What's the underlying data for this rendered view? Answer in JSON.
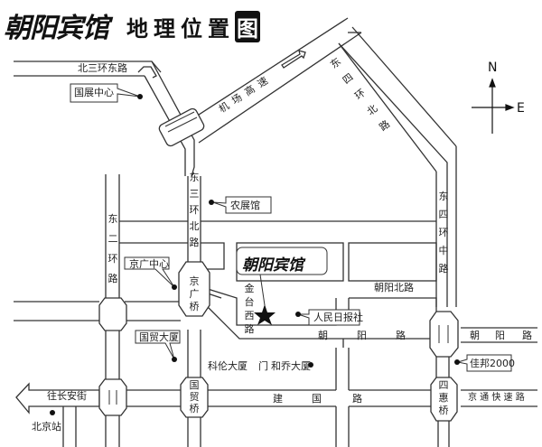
{
  "title": {
    "hotel_name": "朝阳宾馆",
    "suffix_chars": "地理位",
    "suffix_last": "置",
    "suffix_box": "图"
  },
  "compass": {
    "north": "N",
    "east": "E"
  },
  "roads": {
    "north_third_ring_east": "北三环东路",
    "airport_expressway": "机场高速",
    "east_fourth_ring_north": "东四环北路",
    "east_third_ring_north": "东三环北路",
    "east_second_ring": "东二环路",
    "east_fourth_ring_middle": "东四环中路",
    "jintai_west": "金台西路",
    "chaoyang_north": "朝阳北路",
    "chaoyang_1": "朝",
    "chaoyang_2": "阳",
    "chaoyang_3": "路",
    "chaoyang_east_1": "朝",
    "chaoyang_east_2": "阳",
    "chaoyang_east_3": "路",
    "jianguo_1": "建",
    "jianguo_2": "国",
    "jianguo_3": "路",
    "jingtong_expressway": "京 通 快 速 路",
    "to_changan": "往长安街"
  },
  "bridges": {
    "jingguang": "京广桥",
    "guomao": "国贸桥",
    "sihui": "四惠桥"
  },
  "landmarks": {
    "international_exhibition_center": "国展中心",
    "agricultural_exhibition_hall": "农展馆",
    "jingguang_center": "京广中心",
    "china_world_trade_center": "国贸大厦",
    "kelun_building": "科伦大厦",
    "men_label": "门",
    "heqiao_building": "和乔大厦",
    "peoples_daily": "人民日报社",
    "jiabang_2000": "佳邦2000",
    "beijing_station": "北京站"
  },
  "hotel_marker": {
    "label": "朝阳宾馆",
    "icon": "star-icon"
  },
  "colors": {
    "line": "#333333",
    "fill": "#ffffff",
    "marker": "#111111"
  }
}
